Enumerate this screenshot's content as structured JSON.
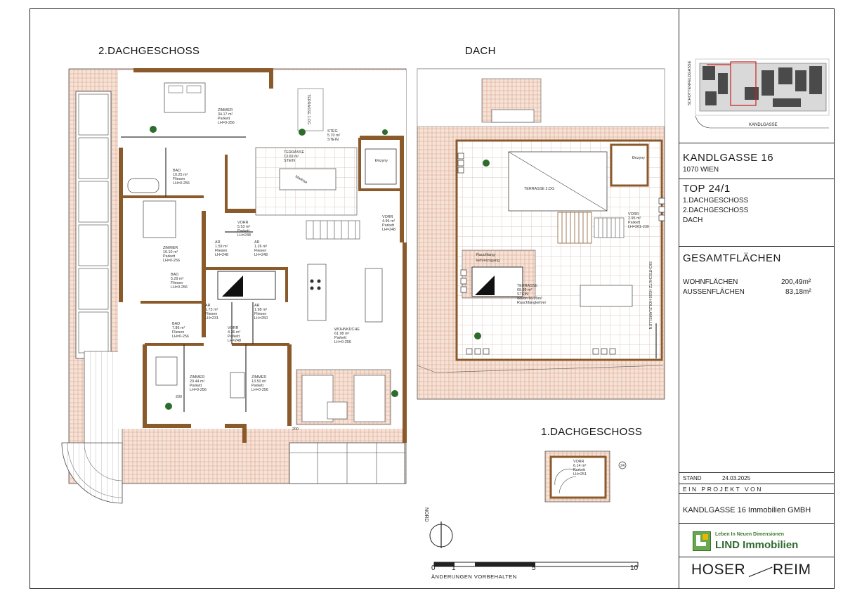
{
  "plan": {
    "section_2dg": "2.DACHGESCHOSS",
    "section_dach": "DACH",
    "section_1dg": "1.DACHGESCHOSS",
    "north_label": "NORD",
    "scale_ticks": [
      "0",
      "1",
      "5",
      "10"
    ],
    "note": "ÄNDERUNGEN VORBEHALTEN",
    "colors": {
      "wall": "#8b5a2b",
      "terrace_hatch": "#e8c8b8",
      "stair": "#b07a4a"
    }
  },
  "rooms_2dg": [
    {
      "id": "zimmer1",
      "lines": [
        "ZIMMER",
        "34.17 m²",
        "Parkett",
        "LH=0-256"
      ]
    },
    {
      "id": "bad1",
      "lines": [
        "BAD",
        "10.25 m²",
        "Fliesen",
        "LH=0-256"
      ]
    },
    {
      "id": "zimmer2",
      "lines": [
        "ZIMMER",
        "16.10 m²",
        "Parkett",
        "LH=0-256"
      ]
    },
    {
      "id": "vorr1",
      "lines": [
        "VORR",
        "5.53 m²",
        "Parkett",
        "LH=248"
      ]
    },
    {
      "id": "ar1",
      "lines": [
        "AR",
        "1.59 m²",
        "Fliesen",
        "LH=248"
      ]
    },
    {
      "id": "ar2",
      "lines": [
        "AR",
        "1.26 m²",
        "Fliesen",
        "LH=248"
      ]
    },
    {
      "id": "bad2",
      "lines": [
        "BAD",
        "5.29 m²",
        "Fliesen",
        "LH=0-256"
      ]
    },
    {
      "id": "ar3",
      "lines": [
        "AR",
        "1.73 m²",
        "Fliesen",
        "LH=231"
      ]
    },
    {
      "id": "ar4",
      "lines": [
        "AR",
        "1.98 m²",
        "Fliesen",
        "LH=250"
      ]
    },
    {
      "id": "bad3",
      "lines": [
        "BAD",
        "7.86 m²",
        "Fliesen",
        "LH=0-256"
      ]
    },
    {
      "id": "vorr2",
      "lines": [
        "VORR",
        "4.36 m²",
        "Parkett",
        "LH=248"
      ]
    },
    {
      "id": "zimmer3",
      "lines": [
        "ZIMMER",
        "20.44 m²",
        "Parkett",
        "LH=0-256"
      ]
    },
    {
      "id": "zimmer4",
      "lines": [
        "ZIMMER",
        "13.50 m²",
        "Parkett",
        "LH=0-256"
      ]
    },
    {
      "id": "wohnkueche",
      "lines": [
        "WOHNKÜCHE",
        "61.98 m²",
        "Parkett",
        "LH=0-256"
      ]
    },
    {
      "id": "vorr3",
      "lines": [
        "VORR",
        "4.96 m²",
        "Parkett",
        "LH=248"
      ]
    },
    {
      "id": "terrasse1",
      "lines": [
        "TERRASSE",
        "13.69 m²",
        "STEIN"
      ]
    },
    {
      "id": "steg",
      "lines": [
        "STEG",
        "5.70 m²",
        "STEIN"
      ]
    }
  ],
  "rooms_dach": [
    {
      "id": "terrasse_dach",
      "lines": [
        "TERRASSE",
        "69.89 m²",
        "STEIN",
        "davon 16,39m²",
        "Rauchfangkehrer"
      ]
    },
    {
      "id": "vorr_dach",
      "lines": [
        "VORR",
        "2.95 m²",
        "Parkett",
        "LH=261-230"
      ]
    }
  ],
  "rooms_1dg": [
    {
      "id": "vorr_1dg",
      "lines": [
        "VORR",
        "6.14 m²",
        "Parkett",
        "LH=251"
      ]
    }
  ],
  "misc_labels": {
    "terrasse_1dg": "TERRASSE 1.DG",
    "terrasse_2dg": "TERRASSE 2.DG",
    "markise": "Markise",
    "rauchfang": "Rauchfang-",
    "rauchfang2": "kehrerzugang",
    "sichtschutz": "SICHTSCHUTZ H150 HOLZLAMELLEN",
    "lift": "Ðnzyny",
    "dim_200": "200",
    "unit_marker": "24"
  },
  "titleblock": {
    "street_label_vertical": "SCHOTTENFELDGASSE",
    "street_label": "KANDLGASSE",
    "project_name": "KANDLGASSE 16",
    "district": "1070 WIEN",
    "top": "TOP 24/1",
    "levels": [
      "1.DACHGESCHOSS",
      "2.DACHGESCHOSS",
      "DACH"
    ],
    "areas_title": "GESAMTFLÄCHEN",
    "wohnflaechen_label": "WOHNFLÄCHEN",
    "wohnflaechen_value": "200,49m²",
    "aussenflaechen_label": "AUSSENFLÄCHEN",
    "aussenflaechen_value": "83,18m²",
    "stand_label": "STAND",
    "stand_date": "24.03.2025",
    "projekt_von": "EIN PROJEKT VON",
    "company": "KANDLGASSE 16 Immobilien GMBH",
    "lind_tagline": "Leben In Neuen Dimensionen",
    "lind_name": "LIND Immobilien",
    "hoser_left": "HOSER",
    "hoser_right": "REIM"
  }
}
